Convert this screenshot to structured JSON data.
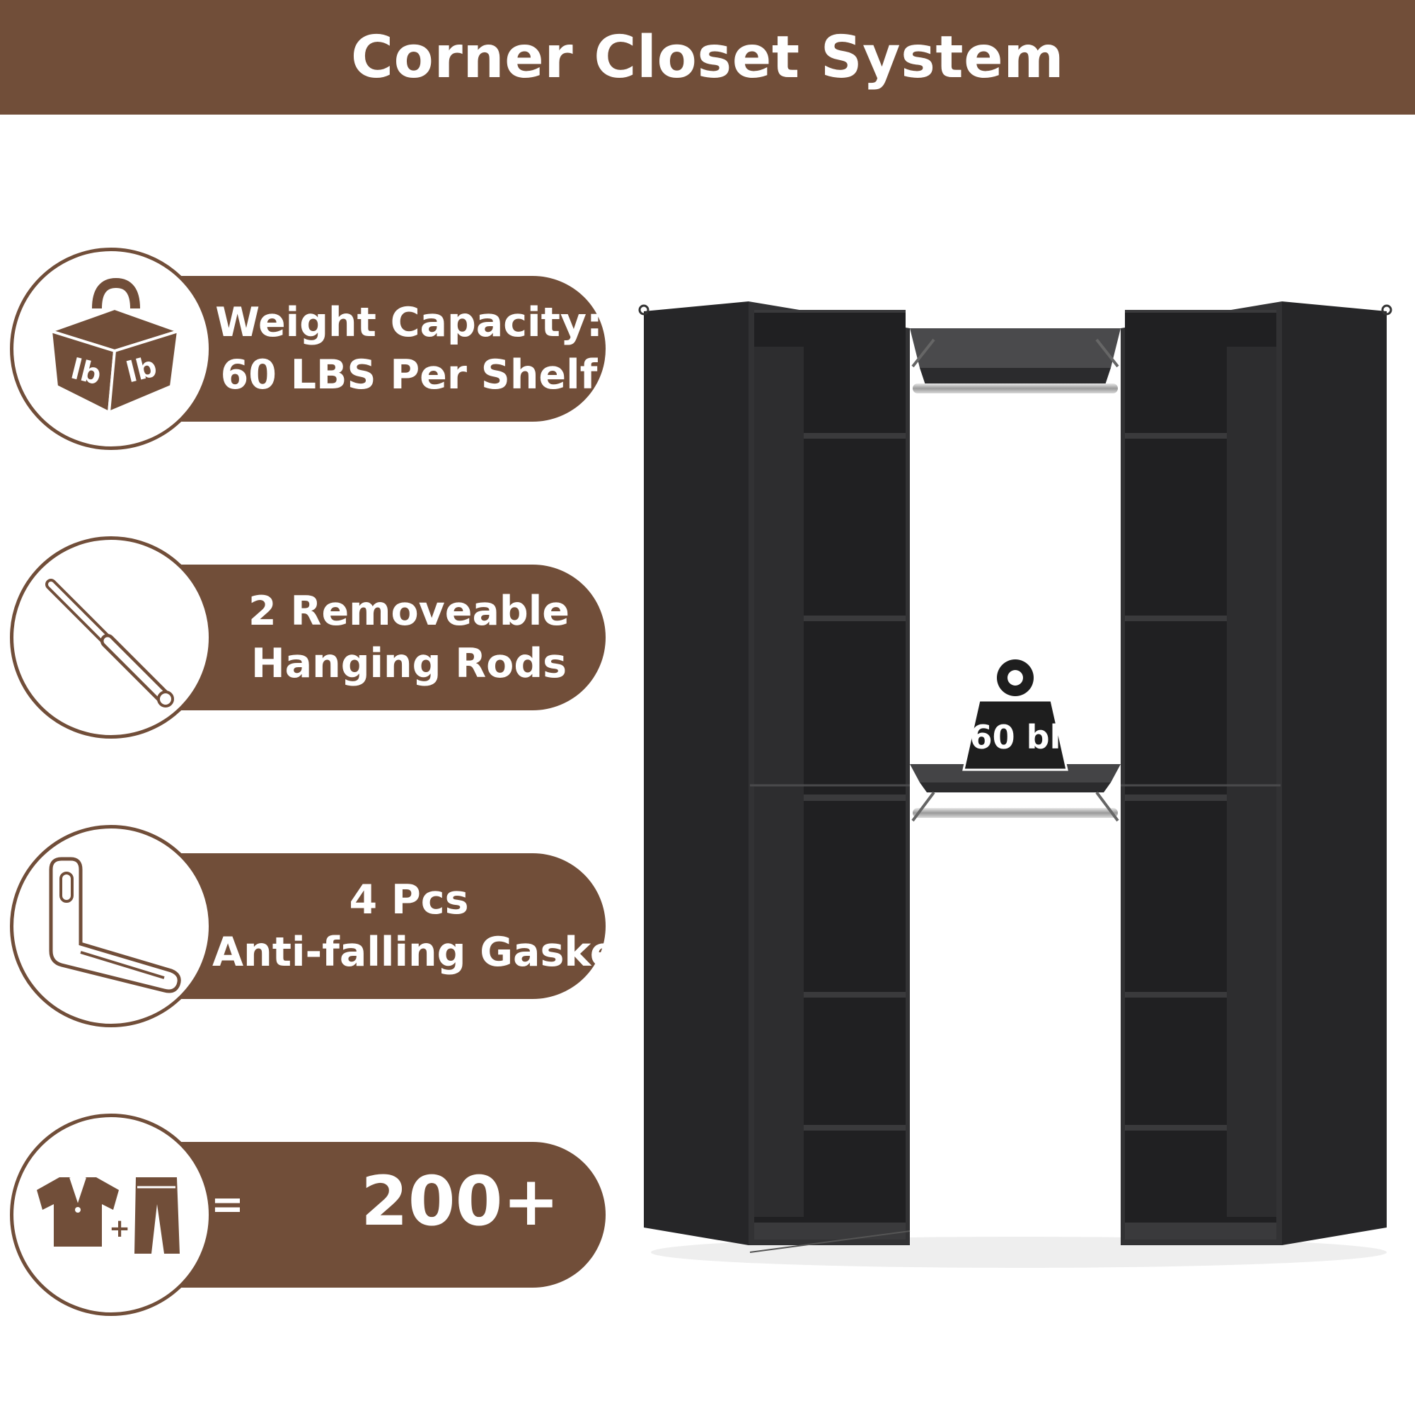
{
  "banner": {
    "title": "Corner Closet System"
  },
  "features": [
    {
      "lines": [
        "Weight Capacity:",
        "60 LBS Per Shelf"
      ],
      "icon": "weight-lb-icon"
    },
    {
      "lines": [
        "2 Removeable",
        "Hanging Rods"
      ],
      "icon": "hanging-rod-icon"
    },
    {
      "lines": [
        "4 Pcs",
        "Anti-falling Gaskets"
      ],
      "icon": "l-bracket-icon"
    }
  ],
  "count": {
    "equals": "=",
    "value": "200+",
    "icon": "shirt-plus-pants-icon",
    "plus": "+"
  },
  "weight_badge": {
    "label": "60 bl"
  },
  "colors": {
    "brand_brown": "#714e39",
    "cabinet_black": "#2b2b2d",
    "background": "#ffffff"
  }
}
